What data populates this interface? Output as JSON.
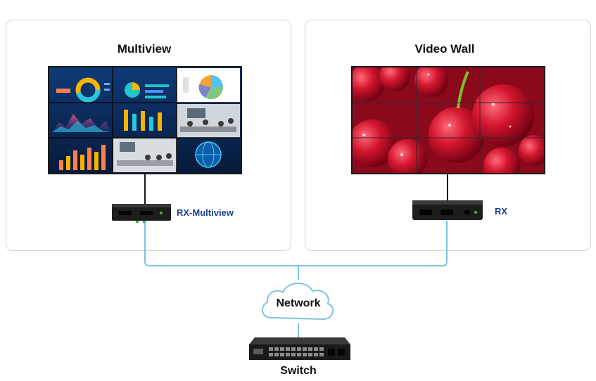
{
  "panels": {
    "left": {
      "title": "Multiview",
      "device_label": "RX-Multiview"
    },
    "right": {
      "title": "Video Wall",
      "device_label": "RX"
    }
  },
  "network": {
    "label": "Network"
  },
  "switch": {
    "label": "Switch"
  },
  "colors": {
    "link_line": "#7ec3df",
    "device_label": "#1f3f8f",
    "panel_border": "#d6d6d6",
    "cherry_red": "#c8102e",
    "dashboard_blue": "#0b2a5a"
  },
  "icons": {
    "multiview_screen": "dashboard-grid-screen",
    "video_wall_screen": "cherry-photo-screen",
    "rx_multiview_device": "receiver-box-icon",
    "rx_device": "receiver-box-icon",
    "network_cloud": "cloud-icon",
    "switch_device": "network-switch-icon"
  }
}
